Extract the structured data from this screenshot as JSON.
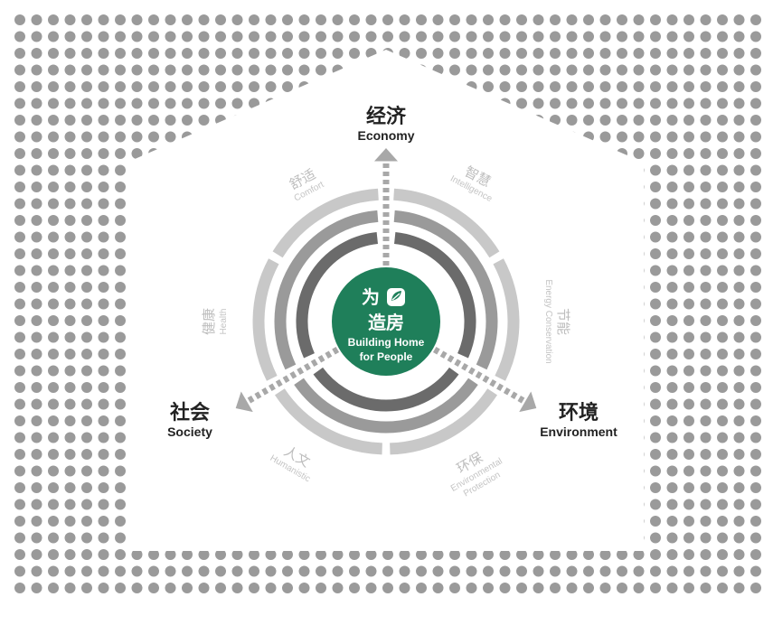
{
  "center": {
    "cn_line1": "为",
    "cn_line2": "造房",
    "en_line1": "Building Home",
    "en_line2": "for People",
    "logo_icon": "leaf-logo-icon"
  },
  "axes": [
    {
      "cn": "经济",
      "en": "Economy"
    },
    {
      "cn": "环境",
      "en": "Environment"
    },
    {
      "cn": "社会",
      "en": "Society"
    }
  ],
  "qualities": [
    {
      "cn": "舒适",
      "en": "Comfort"
    },
    {
      "cn": "智慧",
      "en": "Intelligence"
    },
    {
      "cn": "节能",
      "en": "Energy Conservation"
    },
    {
      "cn": "环保",
      "en": "Environmental",
      "en2": "Protection"
    },
    {
      "cn": "人文",
      "en": "Humanistic"
    },
    {
      "cn": "健康",
      "en": "Health"
    }
  ],
  "colors": {
    "center_fill": "#1f7f5a",
    "ring_inner": "#6b6b6b",
    "ring_middle": "#9a9a9a",
    "ring_outer": "#c8c8c8",
    "dots": "#9a9a9a",
    "arrows": "#a8a8a8"
  }
}
